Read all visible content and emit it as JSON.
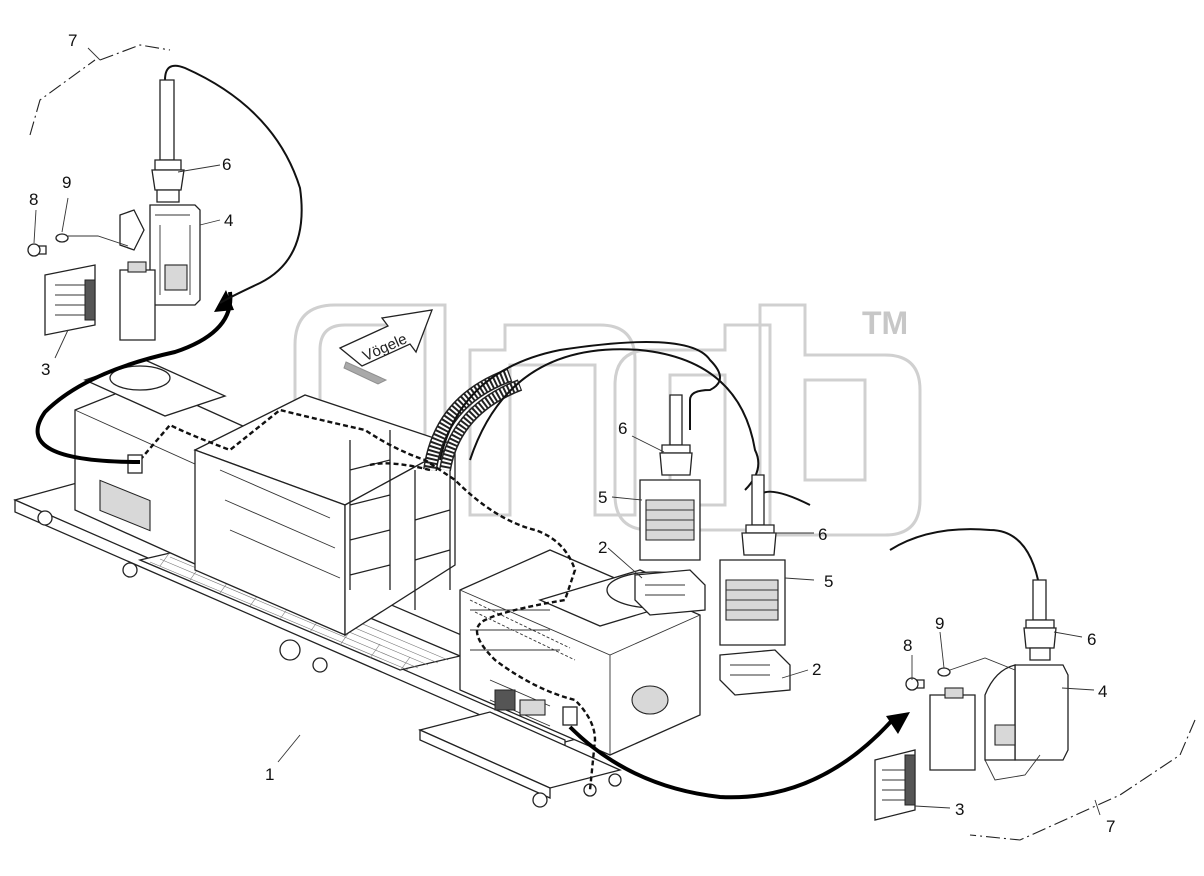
{
  "brand": {
    "arrow_text": "Vögele"
  },
  "watermark": {
    "trademark": "TM"
  },
  "callouts": {
    "machine": "1",
    "connector_left": "2",
    "connector_right": "2",
    "plug_left": "3",
    "plug_right": "3",
    "housing_left": "4",
    "housing_right": "4",
    "hood_left": "5",
    "hood_right": "5",
    "gland_top_left": "6",
    "gland_mid_left": "6",
    "gland_mid_right": "6",
    "gland_right": "6",
    "module_top_left": "7",
    "module_bottom_right": "7",
    "screw_left": "8",
    "screw_right": "8",
    "washer_left": "9",
    "washer_right": "9"
  }
}
